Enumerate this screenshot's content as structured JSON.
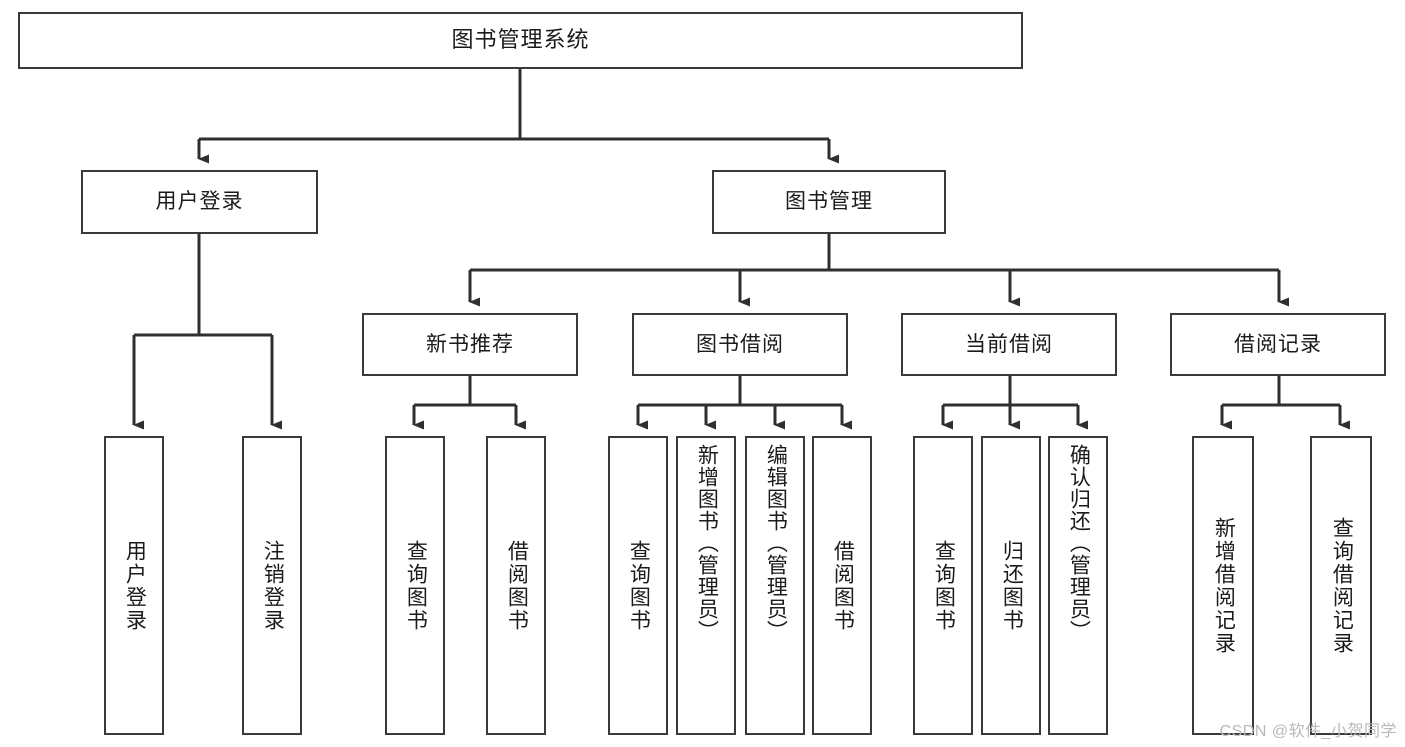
{
  "diagram": {
    "title": "图书管理系统",
    "type": "functional-structure-tree",
    "watermark": "CSDN @软件_小贺同学",
    "colors": {
      "node_border": "#3a3a3a",
      "node_fill": "#ffffff",
      "edge": "#2f2f2f",
      "text": "#1b1b1b",
      "watermark": "#b9b9b9",
      "background": "#ffffff"
    },
    "root": {
      "label": "图书管理系统"
    },
    "level1": [
      {
        "id": "user-login",
        "label": "用户登录"
      },
      {
        "id": "book-manage",
        "label": "图书管理"
      }
    ],
    "level2": [
      {
        "id": "new-book-recommend",
        "label": "新书推荐",
        "parent": "book-manage"
      },
      {
        "id": "book-borrow",
        "label": "图书借阅",
        "parent": "book-manage"
      },
      {
        "id": "current-borrow",
        "label": "当前借阅",
        "parent": "book-manage"
      },
      {
        "id": "borrow-record",
        "label": "借阅记录",
        "parent": "book-manage"
      }
    ],
    "leaves": {
      "user_login": [
        {
          "id": "leaf-user-login",
          "label": "用户登录"
        },
        {
          "id": "leaf-logout-login",
          "label": "注销登录"
        }
      ],
      "new_book_recommend": [
        {
          "id": "leaf-query-book-1",
          "label": "查询图书"
        },
        {
          "id": "leaf-borrow-book-1",
          "label": "借阅图书"
        }
      ],
      "book_borrow": [
        {
          "id": "leaf-query-book-2",
          "label": "查询图书"
        },
        {
          "id": "leaf-add-book",
          "label": "新增图书（管理员）"
        },
        {
          "id": "leaf-edit-book",
          "label": "编辑图书（管理员）"
        },
        {
          "id": "leaf-borrow-book-2",
          "label": "借阅图书"
        }
      ],
      "current_borrow": [
        {
          "id": "leaf-query-book-3",
          "label": "查询图书"
        },
        {
          "id": "leaf-return-book",
          "label": "归还图书"
        },
        {
          "id": "leaf-confirm-return",
          "label": "确认归还（管理员）"
        }
      ],
      "borrow_record": [
        {
          "id": "leaf-add-borrow-record",
          "label": "新增借阅记录"
        },
        {
          "id": "leaf-query-borrow-record",
          "label": "查询借阅记录"
        }
      ]
    }
  }
}
